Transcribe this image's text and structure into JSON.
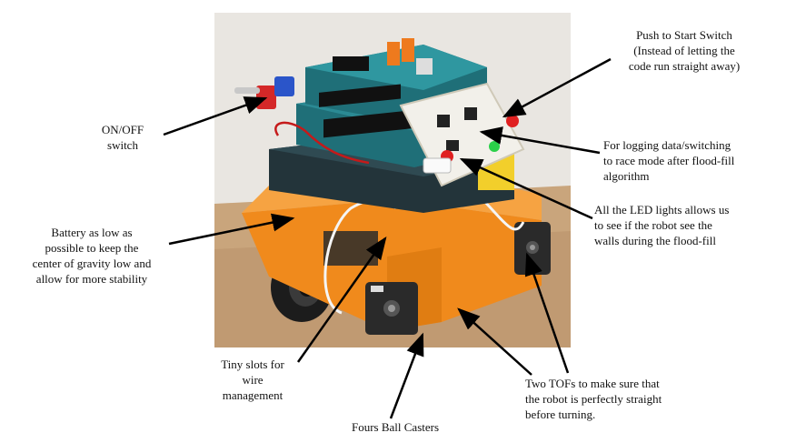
{
  "annotations": {
    "start_switch": "Push to Start Switch\n(Instead of letting the\ncode run straight away)",
    "on_off": "ON/OFF\nswitch",
    "logging": "For logging data/switching\nto race mode after flood-fill\nalgorithm",
    "leds": "All the LED lights allows us\nto see if the robot see the\nwalls during the flood-fill",
    "battery": "Battery as low as\npossible to keep the\ncenter of gravity low and\nallow for more stability",
    "wire_slots": "Tiny slots for\nwire\nmanagement",
    "tofs": "Two TOFs to make sure that\nthe robot is perfectly straight\nbefore turning.",
    "casters": "Fours Ball Casters"
  },
  "colors": {
    "chassis_orange": "#f08a1c",
    "board_teal": "#1f6f78",
    "board_black": "#2a2a2a",
    "perfboard": "#f2f0ea",
    "led_red": "#e02020",
    "led_green": "#2bd04a",
    "table": "#c9a57c",
    "wall": "#e9e6e1",
    "arrow": "#000000"
  }
}
